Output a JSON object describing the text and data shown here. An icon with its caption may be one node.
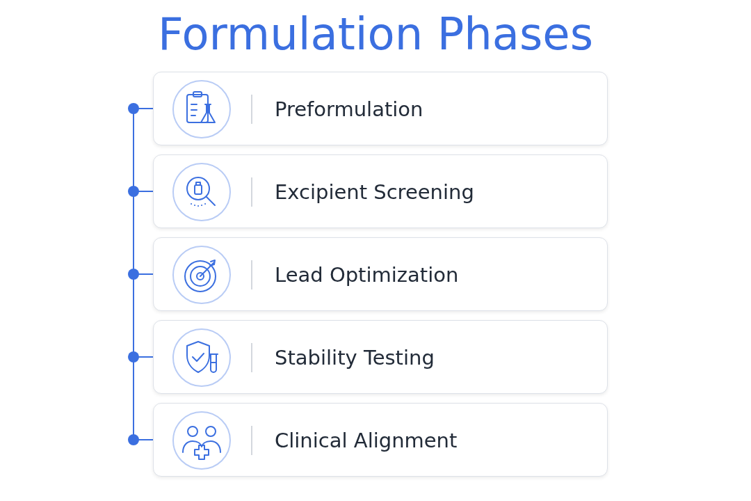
{
  "diagram": {
    "title": "Formulation Phases",
    "nodes": [
      {
        "text": [
          "Preformulation"
        ]
      },
      {
        "text": [
          "Excipient Screening"
        ]
      },
      {
        "text": [
          "Lead Optimization"
        ]
      },
      {
        "text": [
          "Stability Testing"
        ]
      },
      {
        "text": [
          "Clinical Alignment"
        ]
      }
    ],
    "edges": [
      {
        "from": 0,
        "to": 1,
        "arrow": "none"
      },
      {
        "from": 1,
        "to": 2,
        "arrow": "none"
      },
      {
        "from": 2,
        "to": 3,
        "arrow": "none"
      },
      {
        "from": 3,
        "to": 4,
        "arrow": "none"
      }
    ]
  }
}
